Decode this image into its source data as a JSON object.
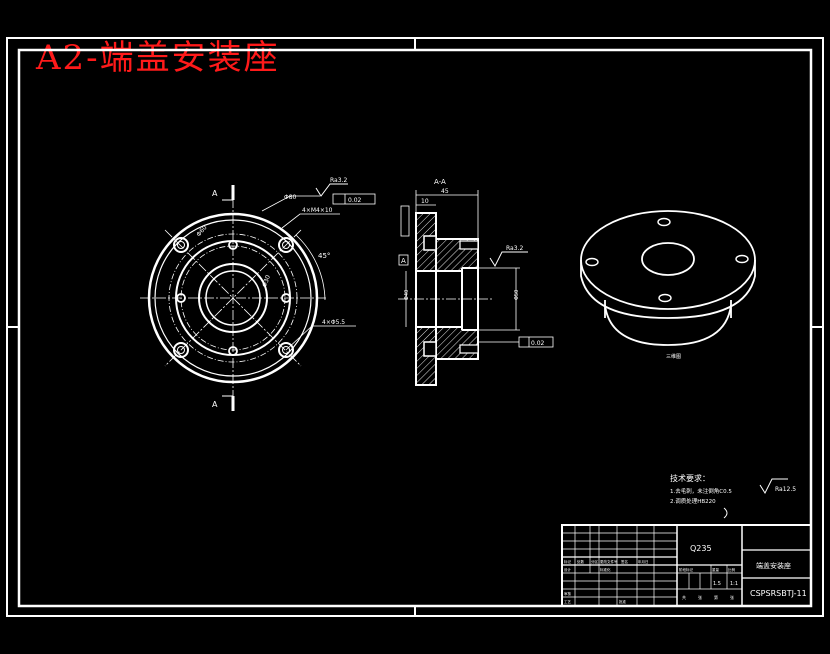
{
  "drawing": {
    "title": "A2-端盖安装座"
  },
  "front_view": {
    "section_mark_top": "A",
    "section_mark_bottom": "A",
    "dim_outer": "Φ80",
    "dim_bolt_circle": "Φ60",
    "dim_inner": "Φ30",
    "angle_dim": "45°",
    "note_holes_top": "4×M4×10",
    "note_holes_bottom": "4×Φ5.5",
    "roughness": "Ra3.2",
    "flatness_frame": "0.02"
  },
  "section_view": {
    "title": "A-A",
    "dim_total": "45",
    "dim_flange": "10",
    "dim_bore": "Φ40",
    "dim_pilot": "Φ50",
    "datum": "A",
    "roughness": "Ra3.2",
    "runout_frame": "0.02"
  },
  "iso_view": {
    "caption": "三维图"
  },
  "tech_requirements": {
    "heading": "技术要求：",
    "line1": "1.去毛刺，未注倒角C0.5",
    "line2": "2.调质处理HB220",
    "roughness_other": "Ra12.5"
  },
  "title_block": {
    "material": "Q235",
    "part_name": "端盖安装座",
    "drawing_number": "CSPSRSBTJ-11",
    "scale": "1:1",
    "quantity": "1.5",
    "header_cells": [
      "标记",
      "处数",
      "分区",
      "更改文件号",
      "签名",
      "年月日"
    ],
    "row_labels": [
      "设计",
      "审核",
      "工艺"
    ],
    "std_label": "标准化",
    "approve_label": "批准",
    "stage_labels": [
      "阶段标记",
      "重量",
      "比例"
    ],
    "sheet_labels": [
      "共",
      "张",
      "第",
      "张"
    ]
  }
}
